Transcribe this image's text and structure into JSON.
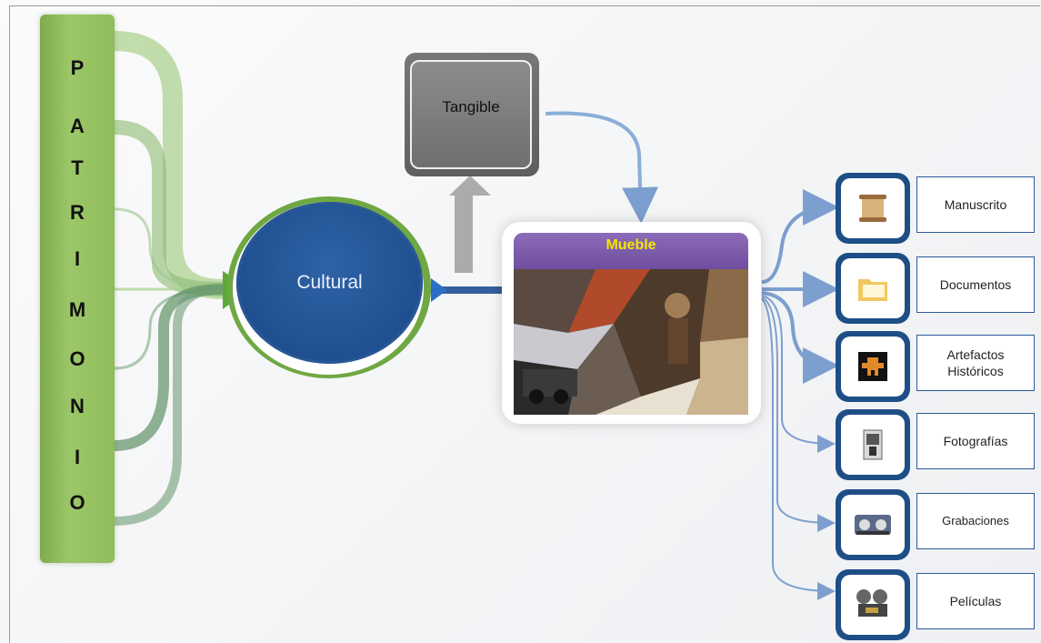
{
  "root": {
    "letters": [
      "P",
      "A",
      "T",
      "R",
      "I",
      "M",
      "O",
      "N",
      "I",
      "O"
    ]
  },
  "cultural": {
    "label": "Cultural"
  },
  "tangible": {
    "label": "Tangible"
  },
  "mueble": {
    "label": "Mueble"
  },
  "items": [
    {
      "label": "Manuscrito",
      "icon": "scroll-icon"
    },
    {
      "label": "Documentos",
      "icon": "folder-icon"
    },
    {
      "label": "Artefactos Históricos",
      "icon": "artifact-icon"
    },
    {
      "label": "Fotografías",
      "icon": "camera-icon"
    },
    {
      "label": "Grabaciones",
      "icon": "recorder-icon"
    },
    {
      "label": "Películas",
      "icon": "projector-icon"
    }
  ],
  "colors": {
    "green": "#8fbc5c",
    "blue": "#1f4f8f",
    "gray": "#6f6f6f",
    "purple": "#6f4ea0",
    "yellow": "#f5e600"
  }
}
